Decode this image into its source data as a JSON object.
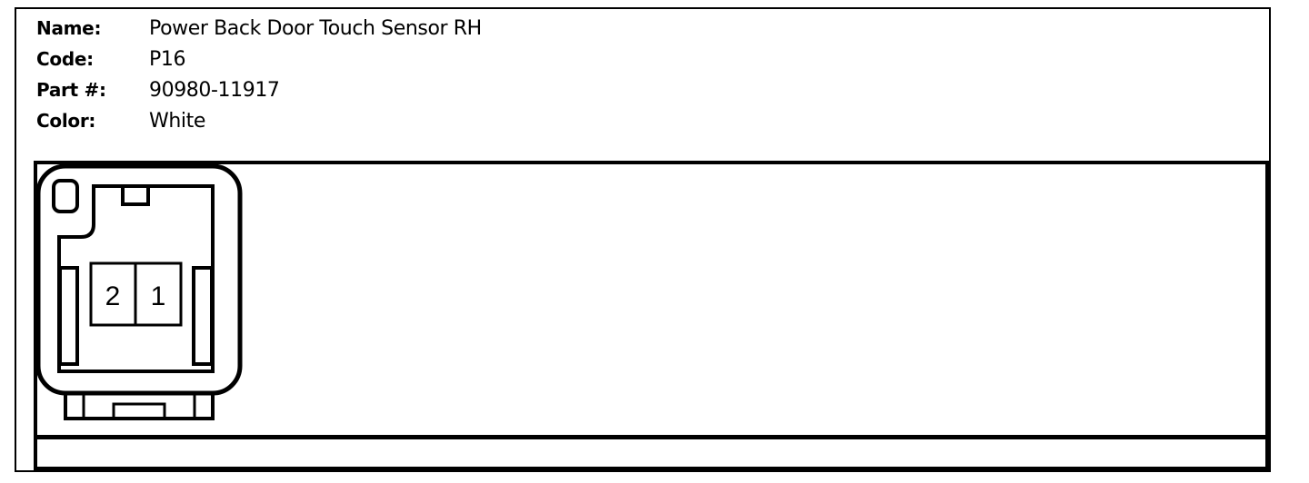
{
  "connector": {
    "name_label": "Name:",
    "name_value": "Power Back Door Touch Sensor RH",
    "code_label": "Code:",
    "code_value": "P16",
    "part_label": "Part #:",
    "part_value": "90980-11917",
    "color_label": "Color:",
    "color_value": "White"
  },
  "pins": [
    "2",
    "1"
  ]
}
